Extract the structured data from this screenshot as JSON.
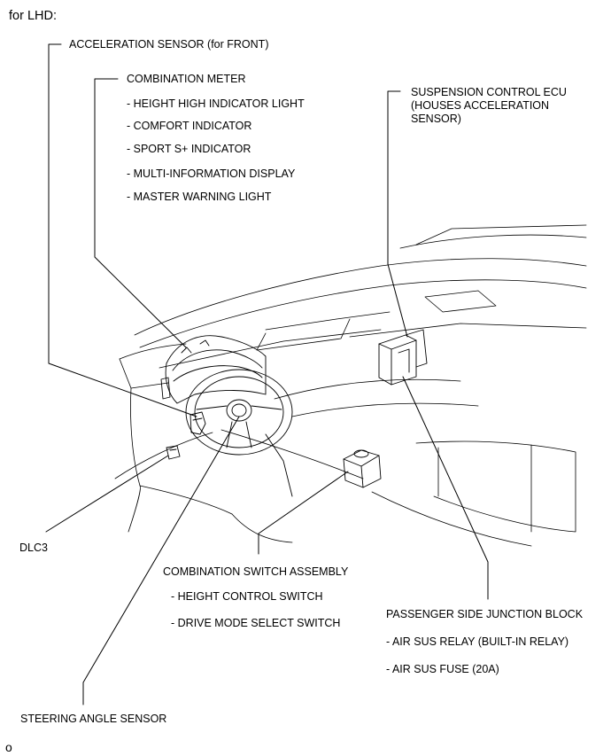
{
  "header": "for LHD:",
  "labels": {
    "accel_sensor": "ACCELERATION SENSOR (for FRONT)",
    "combination_meter": "COMBINATION METER",
    "meter_items": [
      "- HEIGHT HIGH INDICATOR LIGHT",
      "- COMFORT INDICATOR",
      "- SPORT S+ INDICATOR",
      "- MULTI-INFORMATION DISPLAY",
      "- MASTER WARNING LIGHT"
    ],
    "suspension_ecu": [
      "SUSPENSION CONTROL ECU",
      "(HOUSES ACCELERATION",
      "SENSOR)"
    ],
    "dlc3": "DLC3",
    "combination_switch": "COMBINATION SWITCH ASSEMBLY",
    "switch_items": [
      "- HEIGHT CONTROL SWITCH",
      "- DRIVE MODE SELECT SWITCH"
    ],
    "junction_block": "PASSENGER SIDE JUNCTION BLOCK",
    "junction_items": [
      "- AIR SUS RELAY (BUILT-IN RELAY)",
      "- AIR SUS FUSE (20A)"
    ],
    "steering_sensor": "STEERING ANGLE SENSOR"
  },
  "footer": "o"
}
